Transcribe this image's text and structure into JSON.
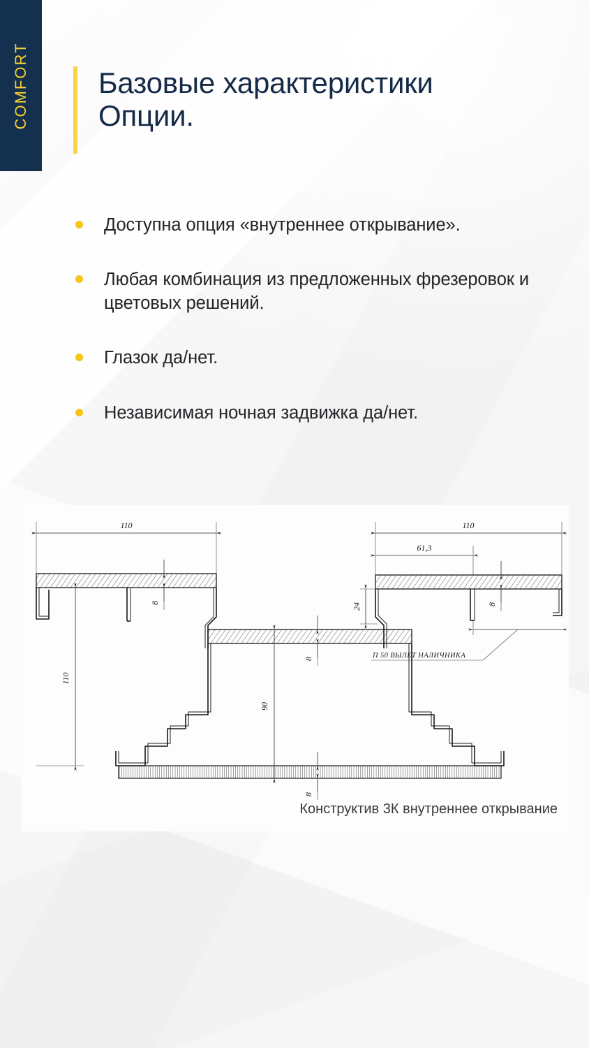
{
  "brand": {
    "label": "COMFORT",
    "navy": "#14304f",
    "yellow": "#f7d032"
  },
  "header": {
    "accent_color": "#f7d54a",
    "title_line1": "Базовые характеристики",
    "title_line2": "Опции.",
    "title_color": "#152a47"
  },
  "bullets": {
    "marker_color": "#f5c518",
    "items": [
      {
        "text": "Доступна опция «внутреннее открывание»."
      },
      {
        "text": "Любая комбинация из предложенных фрезеровок и цветовых решений."
      },
      {
        "text": "Глазок да/нет."
      },
      {
        "text": "Независимая ночная задвижка да/нет."
      }
    ]
  },
  "drawing": {
    "caption": "Конструктив 3К внутреннее открывание",
    "note": "П 50 ВЫЛЕТ НАЛИЧНИКА",
    "dimensions": {
      "left_top_width": "110",
      "left_vertical": "110",
      "left_thickness": "8",
      "right_top_width": "110",
      "right_inner_width": "61,3",
      "right_step_height": "24",
      "right_thickness": "8",
      "center_height": "90",
      "center_thickness_top": "8",
      "center_thickness_bottom": "8"
    }
  }
}
